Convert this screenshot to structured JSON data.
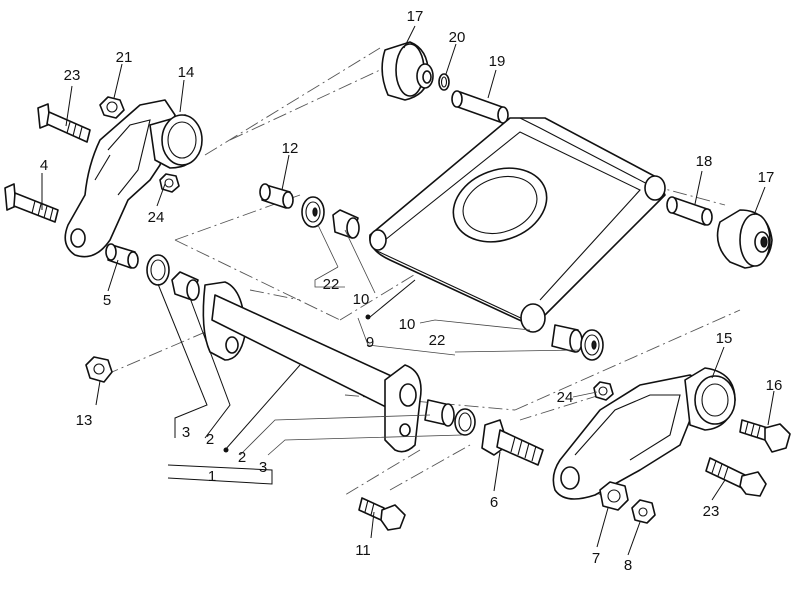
{
  "callouts": [
    {
      "id": "c17a",
      "text": "17"
    },
    {
      "id": "c20",
      "text": "20"
    },
    {
      "id": "c19",
      "text": "19"
    },
    {
      "id": "c23a",
      "text": "23"
    },
    {
      "id": "c21",
      "text": "21"
    },
    {
      "id": "c14",
      "text": "14"
    },
    {
      "id": "c12",
      "text": "12"
    },
    {
      "id": "c4",
      "text": "4"
    },
    {
      "id": "c24a",
      "text": "24"
    },
    {
      "id": "c18",
      "text": "18"
    },
    {
      "id": "c17b",
      "text": "17"
    },
    {
      "id": "c5",
      "text": "5"
    },
    {
      "id": "c22a",
      "text": "22"
    },
    {
      "id": "c10a",
      "text": "10"
    },
    {
      "id": "c10b",
      "text": "10"
    },
    {
      "id": "c9",
      "text": "9"
    },
    {
      "id": "c22b",
      "text": "22"
    },
    {
      "id": "c15",
      "text": "15"
    },
    {
      "id": "c13",
      "text": "13"
    },
    {
      "id": "c16",
      "text": "16"
    },
    {
      "id": "c24b",
      "text": "24"
    },
    {
      "id": "c3a",
      "text": "3"
    },
    {
      "id": "c2a",
      "text": "2"
    },
    {
      "id": "c2b",
      "text": "2"
    },
    {
      "id": "c3b",
      "text": "3"
    },
    {
      "id": "c1",
      "text": "1"
    },
    {
      "id": "c6",
      "text": "6"
    },
    {
      "id": "c23b",
      "text": "23"
    },
    {
      "id": "c11",
      "text": "11"
    },
    {
      "id": "c7",
      "text": "7"
    },
    {
      "id": "c8",
      "text": "8"
    }
  ]
}
